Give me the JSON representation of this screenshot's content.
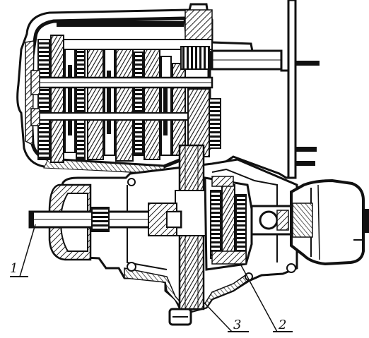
{
  "diagram": {
    "callouts": [
      {
        "id": "1",
        "label": "1"
      },
      {
        "id": "3",
        "label": "3"
      },
      {
        "id": "2",
        "label": "2"
      }
    ],
    "colors": {
      "ink": "#111111",
      "paper": "#ffffff",
      "hatch": "#2a2a2a",
      "mid": "#555555"
    }
  }
}
